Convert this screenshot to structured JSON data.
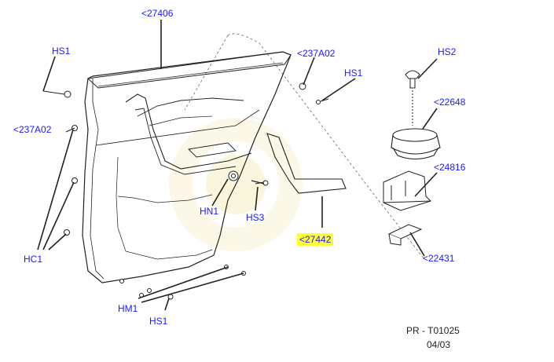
{
  "callouts": {
    "c27406": "<27406",
    "hs1_left": "HS1",
    "c237a02_top": "<237A02",
    "hs1_top_right": "HS1",
    "c237a02_left": "<237A02",
    "hs2": "HS2",
    "c22648": "<22648",
    "c24816": "<24816",
    "hn1": "HN1",
    "hs3": "HS3",
    "c27442": "<27442",
    "c22431": "<22431",
    "hc1": "HC1",
    "hm1": "HM1",
    "hs1_bottom": "HS1"
  },
  "footer": {
    "code": "PR - T01025",
    "date": "04/03"
  },
  "colors": {
    "label": "#1a1aff",
    "line": "#222222",
    "highlight": "#ffff33",
    "watermark": "#f6efc4"
  }
}
